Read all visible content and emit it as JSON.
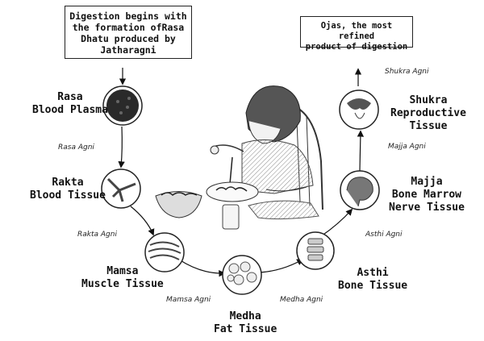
{
  "top_note": {
    "lines": [
      "Digestion begins with",
      "the formation ofRasa",
      "Dhatu produced by",
      "Jatharagni"
    ]
  },
  "ojas_note": {
    "lines": [
      "Ojas, the most refined",
      "product of digestion"
    ]
  },
  "tissues": [
    {
      "id": "rasa",
      "name": "Rasa",
      "desc": "Blood Plasma"
    },
    {
      "id": "rakta",
      "name": "Rakta",
      "desc": "Blood Tissue"
    },
    {
      "id": "mamsa",
      "name": "Mamsa",
      "desc": "Muscle Tissue"
    },
    {
      "id": "medha",
      "name": "Medha",
      "desc": "Fat Tissue"
    },
    {
      "id": "asthi",
      "name": "Asthi",
      "desc": "Bone Tissue"
    },
    {
      "id": "majja",
      "name": "Majja",
      "desc": "Bone Marrow",
      "desc2": "Nerve Tissue"
    },
    {
      "id": "shukra",
      "name": "Shukra",
      "desc": "Reproductive",
      "desc2": "Tissue"
    }
  ],
  "agnis": {
    "rasa": "Rasa Agni",
    "rakta": "Rakta Agni",
    "mamsa": "Mamsa Agni",
    "medha": "Medha Agni",
    "asthi": "Asthi Agni",
    "majja": "Majja Agni",
    "shukra": "Shukra Agni"
  }
}
